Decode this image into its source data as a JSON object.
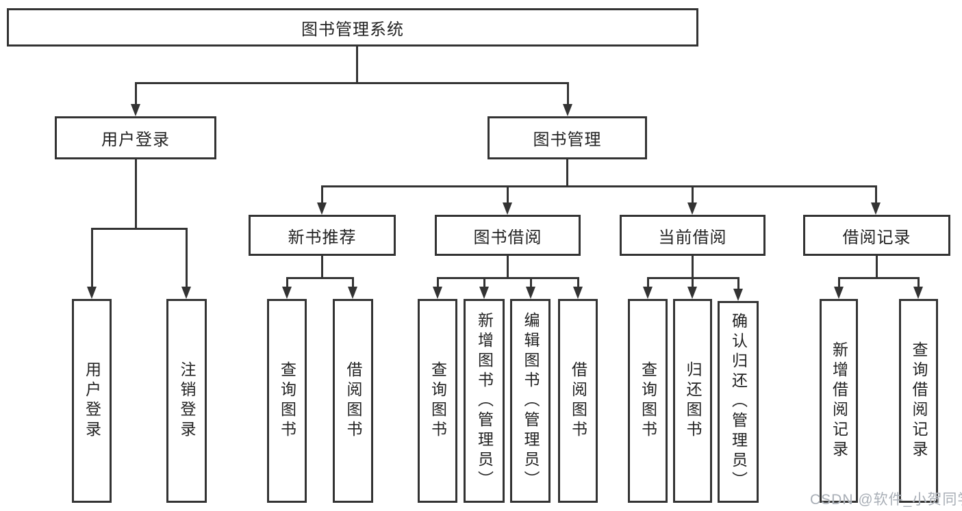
{
  "tree": {
    "label": "图书管理系统",
    "children": [
      {
        "label": "用户登录",
        "children": [
          {
            "label": "用户登录"
          },
          {
            "label": "注销登录"
          }
        ]
      },
      {
        "label": "图书管理",
        "children": [
          {
            "label": "新书推荐",
            "children": [
              {
                "label": "查询图书"
              },
              {
                "label": "借阅图书"
              }
            ]
          },
          {
            "label": "图书借阅",
            "children": [
              {
                "label": "查询图书"
              },
              {
                "label": "新增图书（管理员）"
              },
              {
                "label": "编辑图书（管理员）"
              },
              {
                "label": "借阅图书"
              }
            ]
          },
          {
            "label": "当前借阅",
            "children": [
              {
                "label": "查询图书"
              },
              {
                "label": "归还图书"
              },
              {
                "label": "确认归还（管理员）"
              }
            ]
          },
          {
            "label": "借阅记录",
            "children": [
              {
                "label": "新增借阅记录"
              },
              {
                "label": "查询借阅记录"
              }
            ]
          }
        ]
      }
    ]
  },
  "watermark": {
    "text": "CSDN @软件_小贺同学"
  },
  "colors": {
    "line": "#333333",
    "text": "#222222",
    "background": "#ffffff",
    "watermark": "#a8aeb6"
  }
}
